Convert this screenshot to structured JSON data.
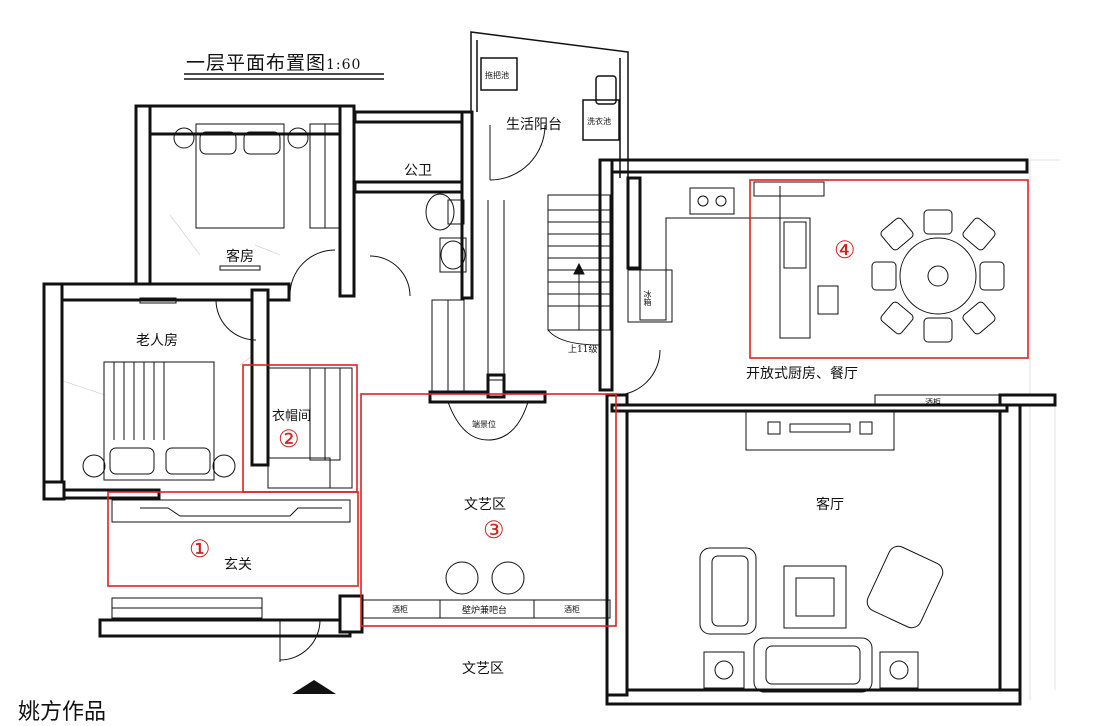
{
  "title": {
    "main": "一层平面布置图",
    "scale": "1:60"
  },
  "author": "姚方作品",
  "rooms": {
    "guest_room": "客房",
    "elder_room": "老人房",
    "cloakroom": "衣帽间",
    "entrance": "玄关",
    "public_toilet": "公卫",
    "service_balcony": "生活阳台",
    "culture_area": "文艺区",
    "culture_area_outside": "文艺区",
    "living_room": "客厅",
    "kitchen_dining": "开放式厨房、餐厅"
  },
  "fixtures": {
    "mop_sink": "拖把池",
    "laundry_sink": "洗衣池",
    "fridge": "冰箱",
    "stairs_up": "上11级",
    "feature_spot": "端景位",
    "wine_cabinet_left": "酒柜",
    "wine_cabinet_right": "酒柜",
    "fireplace_bar": "壁炉兼吧台",
    "wine_cabinet_top": "酒柜"
  },
  "markers": [
    "①",
    "②",
    "③",
    "④"
  ],
  "colors": {
    "wall": "#111111",
    "highlight": "#dd2222",
    "guide": "#d8d8d8"
  }
}
